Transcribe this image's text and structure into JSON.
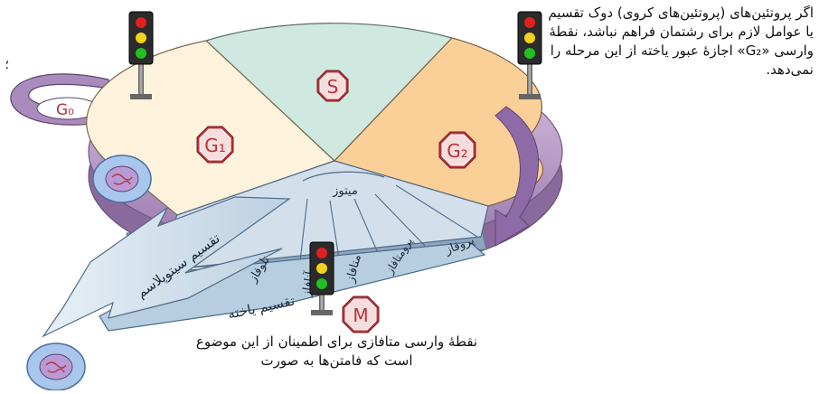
{
  "phases": {
    "g0": "G₀",
    "g1": "G₁",
    "s": "S",
    "g2": "G₂",
    "m": "M",
    "mitosis": "میتوز",
    "prophase": "پروفاز",
    "prometaphase": "پرومتافاز",
    "metaphase": "متافاز",
    "anaphase": "آنافاز",
    "telophase": "تلوفاز",
    "cytokinesis": "تقسیم سیتوپلاسم",
    "cell_division": "تقسیم یاخته"
  },
  "captions": {
    "g2_checkpoint": "اگر پروتئین‌های (پروتئین‌های کروی) دوک تقسیم یا عوامل لازم برای رشتمان فراهم نباشد، نقطهٔ وارسی «G₂» اجازهٔ عبور یاخته از این مرحله را نمی‌دهد.",
    "m_checkpoint": "نقطهٔ وارسی متافازی برای اطمینان از این موضوع است که فامتن‌ها به صورت",
    "left_cut": "؛"
  },
  "colors": {
    "g1": "#fdf2dc",
    "s": "#cfe8e0",
    "g2": "#fbcf98",
    "m": "#d3e0ec",
    "ring": "#c4a8d0",
    "badge": "#b8343c"
  }
}
